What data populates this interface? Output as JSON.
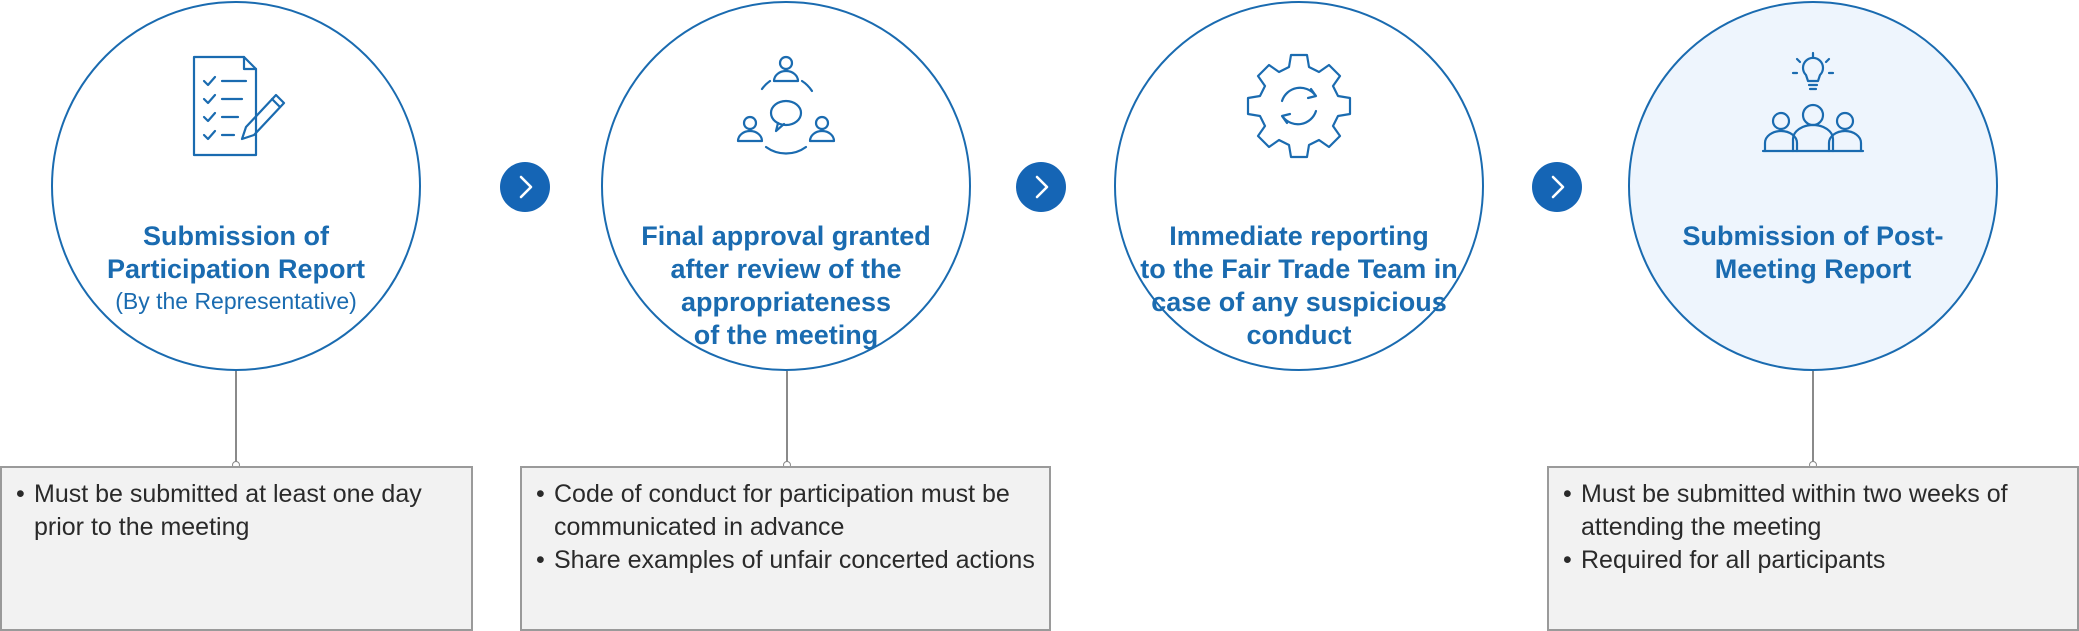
{
  "steps": [
    {
      "title": "Submission of\nParticipation Report",
      "subtitle": "(By the Representative)",
      "icon": "checklist-pen-icon"
    },
    {
      "title": "Final approval granted\nafter review of the\nappropriateness\nof the meeting",
      "subtitle": "",
      "icon": "meeting-discussion-icon"
    },
    {
      "title": "Immediate reporting\nto the Fair Trade Team in\ncase of any suspicious\nconduct",
      "subtitle": "",
      "icon": "gear-cycle-icon"
    },
    {
      "title": "Submission of Post-\nMeeting Report",
      "subtitle": "",
      "icon": "team-idea-icon"
    }
  ],
  "notes": [
    {
      "items": [
        "Must be submitted at least one day prior to the meeting"
      ]
    },
    {
      "items": [
        "Code of conduct for participation must be communicated in advance",
        "Share examples of unfair concerted actions"
      ]
    },
    {
      "items": [
        "Must be submitted within two weeks of attending the meeting",
        "Required for all participants"
      ]
    }
  ],
  "colors": {
    "accent": "#1a6bb0",
    "highlight_fill": "#eef5fd",
    "note_fill": "#f2f2f2"
  }
}
